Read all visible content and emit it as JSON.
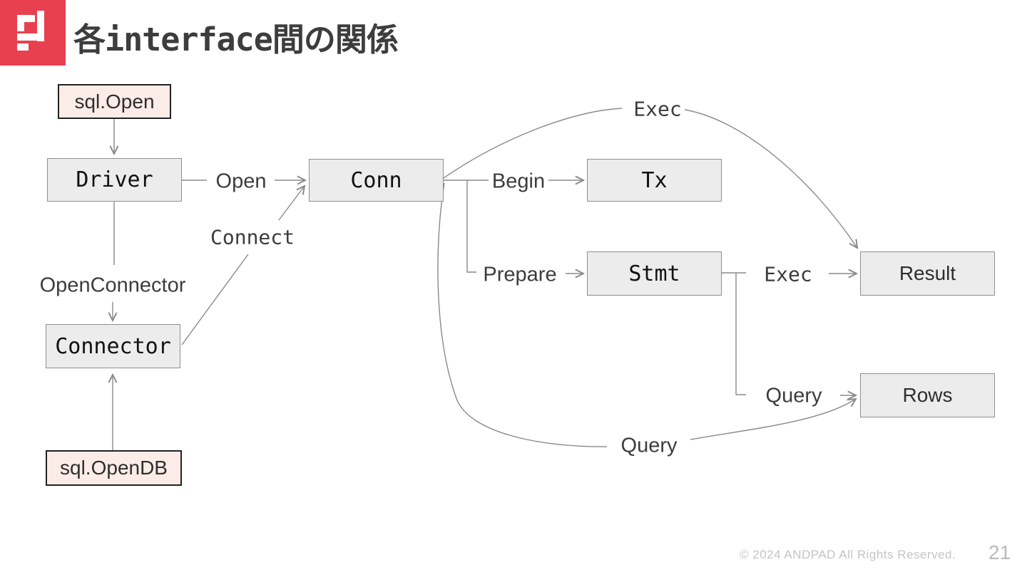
{
  "header": {
    "title": "各interface間の関係"
  },
  "diagram": {
    "nodes": {
      "sql_open": "sql.Open",
      "driver": "Driver",
      "connector": "Connector",
      "sql_opendb": "sql.OpenDB",
      "conn": "Conn",
      "tx": "Tx",
      "stmt": "Stmt",
      "result": "Result",
      "rows": "Rows"
    },
    "edges": [
      {
        "from": "sql.Open",
        "to": "Driver",
        "label": ""
      },
      {
        "from": "Driver",
        "to": "Conn",
        "label": "Open"
      },
      {
        "from": "Driver",
        "to": "Connector",
        "label": "OpenConnector"
      },
      {
        "from": "sql.OpenDB",
        "to": "Connector",
        "label": ""
      },
      {
        "from": "Connector",
        "to": "Conn",
        "label": "Connect"
      },
      {
        "from": "Conn",
        "to": "Tx",
        "label": "Begin"
      },
      {
        "from": "Conn",
        "to": "Stmt",
        "label": "Prepare"
      },
      {
        "from": "Conn",
        "to": "Result",
        "label": "Exec"
      },
      {
        "from": "Conn",
        "to": "Rows",
        "label": "Query"
      },
      {
        "from": "Stmt",
        "to": "Result",
        "label": "Exec"
      },
      {
        "from": "Stmt",
        "to": "Rows",
        "label": "Query"
      }
    ]
  },
  "footer": {
    "copyright": "© 2024 ANDPAD All Rights Reserved.",
    "page_number": "21"
  },
  "colors": {
    "brand_red": "#e8404f",
    "node_gray_fill": "#ececec",
    "node_gray_border": "#8f8f8f",
    "node_entry_fill": "#fcece7",
    "node_entry_border": "#222222",
    "connector_line": "#8a8a8a",
    "title_text": "#3d3d3d",
    "footer_text": "#c4c4c4"
  }
}
